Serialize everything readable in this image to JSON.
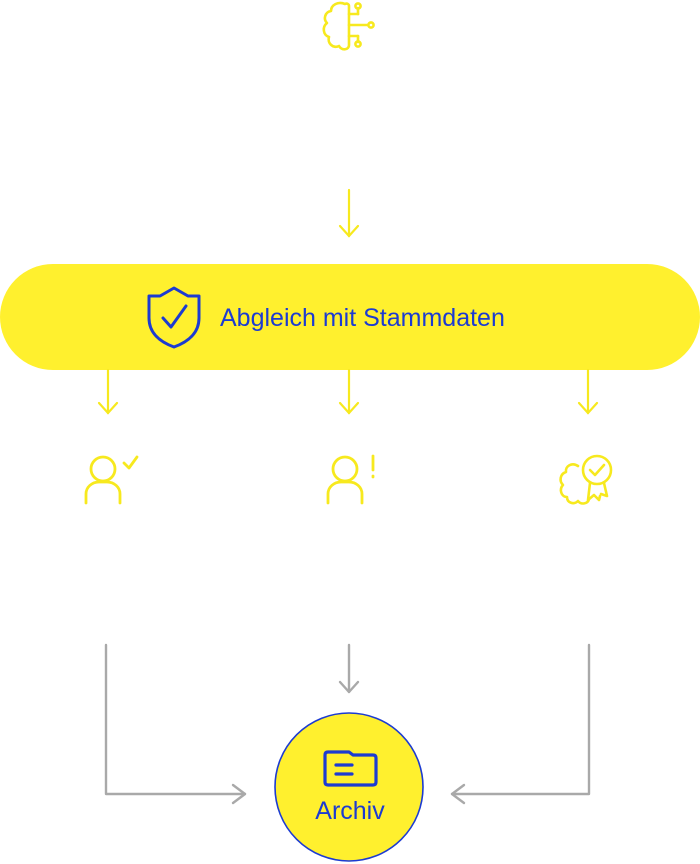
{
  "diagram": {
    "check_step": {
      "label": "Abgleich mit Stammdaten",
      "icon": "shield-check-icon"
    },
    "source": {
      "icon": "ai-brain-icon"
    },
    "outcomes": [
      {
        "name": "person-verified",
        "icon": "person-check-icon"
      },
      {
        "name": "person-warning",
        "icon": "person-exclamation-icon"
      },
      {
        "name": "brain-approved",
        "icon": "brain-check-badge-icon"
      }
    ],
    "archive": {
      "label": "Archiv",
      "icon": "archive-folder-icon"
    }
  },
  "colors": {
    "accent_yellow": "#FFF02E",
    "icon_yellow": "#F7E91E",
    "primary_blue": "#1C3BD2",
    "arrow_gray": "#A9A9A9",
    "background": "#FFFFFF"
  }
}
